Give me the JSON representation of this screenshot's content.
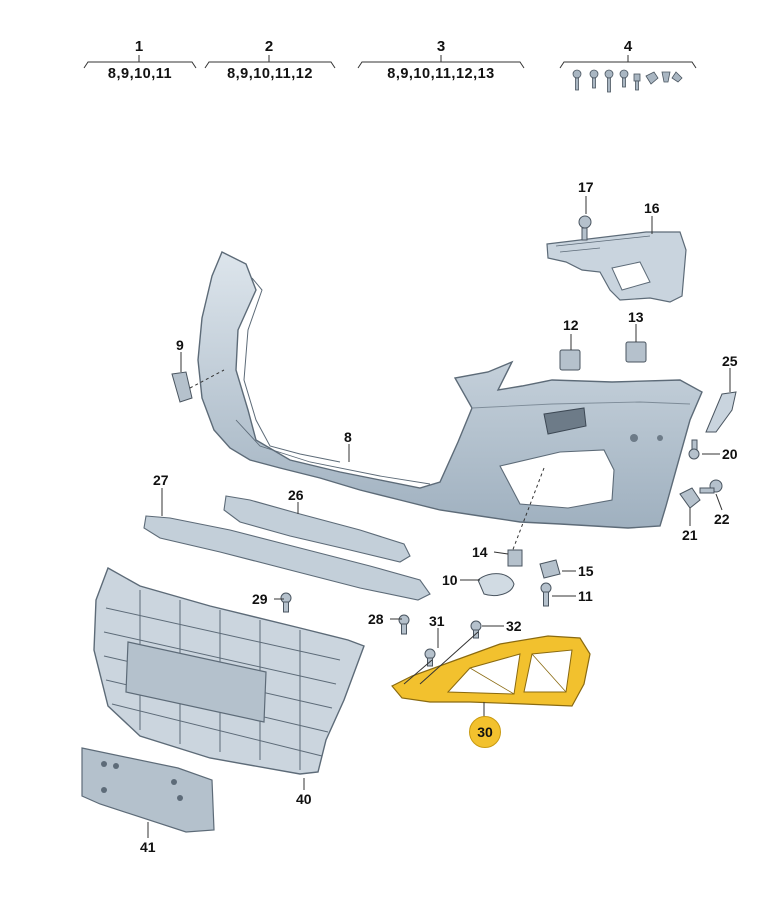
{
  "kits": [
    {
      "number": "1",
      "contents": "8,9,10,11"
    },
    {
      "number": "2",
      "contents": "8,9,10,11,12"
    },
    {
      "number": "3",
      "contents": "8,9,10,11,12,13"
    },
    {
      "number": "4",
      "contents": ""
    }
  ],
  "callouts": {
    "c8": "8",
    "c9": "9",
    "c10": "10",
    "c11": "11",
    "c12": "12",
    "c13": "13",
    "c14": "14",
    "c15": "15",
    "c16": "16",
    "c17": "17",
    "c20": "20",
    "c21": "21",
    "c22": "22",
    "c25": "25",
    "c26": "26",
    "c27": "27",
    "c28": "28",
    "c29": "29",
    "c31": "31",
    "c32": "32",
    "c40": "40",
    "c41": "41"
  },
  "highlighted_part": "30",
  "colors": {
    "part_fill": "#c3cfd9",
    "part_stroke": "#5d6b78",
    "highlight_fill": "#f2c12e",
    "highlight_stroke": "#8a6a10",
    "line": "#333333"
  }
}
